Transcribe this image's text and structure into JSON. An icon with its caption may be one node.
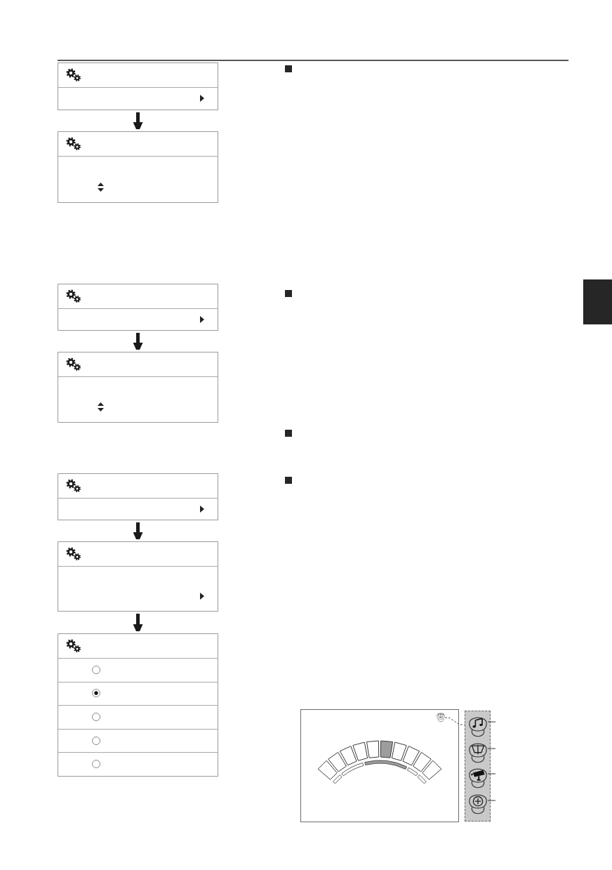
{
  "diagram": {
    "nodes": [
      {
        "text": [],
        "shape": "box"
      },
      {
        "text": [],
        "shape": "box"
      },
      {
        "text": [],
        "shape": "box"
      },
      {
        "text": [],
        "shape": "box"
      },
      {
        "text": [],
        "shape": "box"
      },
      {
        "text": [],
        "shape": "box"
      },
      {
        "text": [],
        "shape": "box"
      },
      {
        "text": [],
        "shape": "picture"
      },
      {
        "text": [],
        "shape": "box"
      },
      {
        "text": [],
        "shape": "picture",
        "in": 8
      },
      {
        "text": [],
        "shape": "picture",
        "in": 8
      },
      {
        "text": [],
        "shape": "picture",
        "in": 8
      },
      {
        "text": [],
        "shape": "picture",
        "in": 8
      }
    ],
    "edges": [
      {
        "from": 0,
        "to": 1,
        "arrow": "to",
        "style": "thick"
      },
      {
        "from": 2,
        "to": 3,
        "arrow": "to",
        "style": "thick"
      },
      {
        "from": 4,
        "to": 5,
        "arrow": "to",
        "style": "thick"
      },
      {
        "from": 5,
        "to": 6,
        "arrow": "to",
        "style": "thick"
      },
      {
        "from": 7,
        "to": 8,
        "arrow": "none",
        "style": "dashed"
      },
      {
        "from": null,
        "to": 9,
        "arrow": "none"
      },
      {
        "from": null,
        "to": 10,
        "arrow": "none"
      },
      {
        "from": null,
        "to": 11,
        "arrow": "none"
      },
      {
        "from": null,
        "to": 12,
        "arrow": "none"
      }
    ]
  }
}
